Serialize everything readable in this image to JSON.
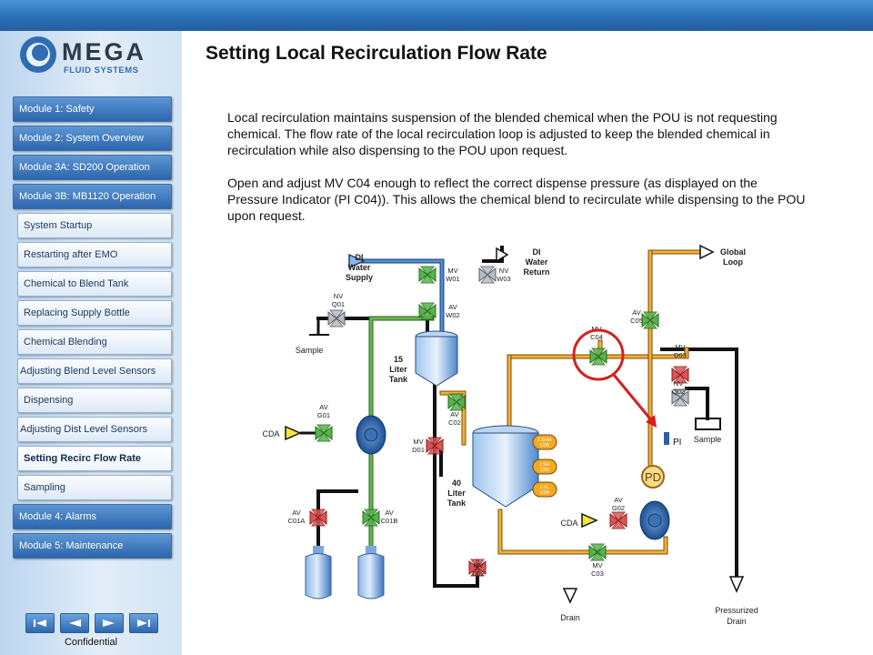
{
  "brand": {
    "name": "MEGA",
    "subtitle": "FLUID SYSTEMS"
  },
  "page_title": "Setting Local Recirculation Flow Rate",
  "paragraphs": [
    "Local recirculation maintains suspension of the blended chemical when the POU is not requesting chemical. The flow rate of the local recirculation loop is adjusted to keep the blended chemical in recirculation while also dispensing to the POU upon request.",
    "Open and adjust MV C04 enough to reflect the correct dispense pressure (as displayed on the Pressure Indicator (PI C04)). This allows the chemical blend to recirculate while dispensing to the POU upon request."
  ],
  "nav": {
    "modules_top": [
      "Module 1: Safety",
      "Module 2: System Overview",
      "Module 3A: SD200 Operation",
      "Module 3B: MB1120 Operation"
    ],
    "subitems": [
      "System Startup",
      "Restarting after EMO",
      "Chemical to Blend Tank",
      "Replacing Supply Bottle",
      "Chemical Blending",
      "Adjusting Blend Level Sensors",
      "Dispensing",
      "Adjusting Dist Level Sensors",
      "Setting Recirc Flow Rate",
      "Sampling"
    ],
    "modules_bottom": [
      "Module 4: Alarms",
      "Module 5: Maintenance"
    ],
    "active": "Setting Recirc Flow Rate"
  },
  "footer": {
    "confidential": "Confidential"
  },
  "diagram": {
    "di_water_supply": [
      "DI",
      "Water",
      "Supply"
    ],
    "di_water_return": [
      "DI",
      "Water",
      "Return"
    ],
    "global_loop": [
      "Global",
      "Loop"
    ],
    "tank15": [
      "15",
      "Liter",
      "Tank"
    ],
    "tank40": [
      "40",
      "Liter",
      "Tank"
    ],
    "sample": "Sample",
    "cda": "CDA",
    "drain": "Drain",
    "pressurized_drain": [
      "Pressurized",
      "Drain"
    ],
    "pi": "PI",
    "pd": "PD",
    "valves": {
      "mv_w01": [
        "MV",
        "W01"
      ],
      "nv_w03": [
        "NV",
        "W03"
      ],
      "av_w02": [
        "AV",
        "W02"
      ],
      "nv_q01": [
        "NV",
        "Q01"
      ],
      "av_g01": [
        "AV",
        "G01"
      ],
      "av_c02": [
        "AV",
        "C02"
      ],
      "mv_d01": [
        "MV",
        "D01"
      ],
      "av_c01a": [
        "AV",
        "C01A"
      ],
      "av_c01b": [
        "AV",
        "C01B"
      ],
      "mv_d02": [
        "MV",
        "D02"
      ],
      "mv_c03": [
        "MV",
        "C03"
      ],
      "av_g02": [
        "AV",
        "G02"
      ],
      "mv_c04": [
        "MV",
        "C04"
      ],
      "av_c05": [
        "AV",
        "C05"
      ],
      "mv_d03": [
        "MV",
        "D03"
      ],
      "nv_q02": [
        "NV",
        "Q02"
      ]
    },
    "sensors": {
      "lshh": [
        "LSHH",
        "C05"
      ],
      "lsh": [
        "LSH",
        "C05"
      ],
      "lsl": [
        "LSL",
        "C04"
      ]
    },
    "colors": {
      "water": "#3f7fd0",
      "chemical": "#f0a020",
      "return": "#5aa04a",
      "black": "#111111",
      "highlight": "#d62020"
    }
  }
}
